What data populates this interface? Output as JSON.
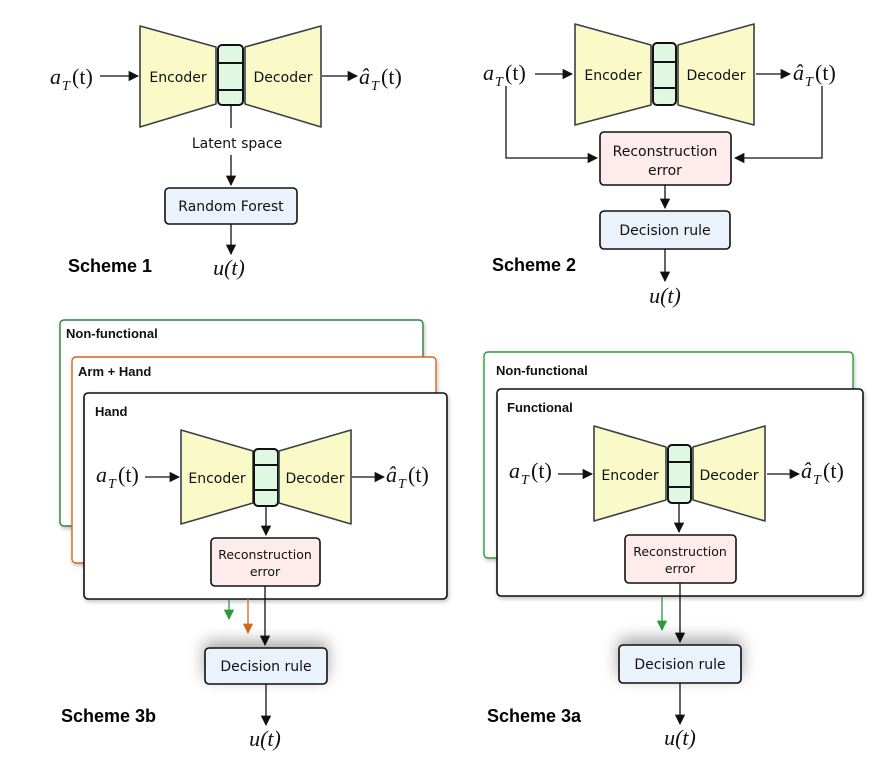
{
  "colors": {
    "encoder_fill": "#fafac8",
    "latent_fill": "#e0f8e2",
    "classifier_fill": "#eaf2fc",
    "recon_fill": "#fdeceb",
    "nonfunctional_border": "#2e8b3a",
    "armhand_border": "#d9651f",
    "hand_border": "#111111"
  },
  "common": {
    "encoder": "Encoder",
    "decoder": "Decoder",
    "input_var": "a",
    "input_sub": "T",
    "input_arg": "(t)",
    "output_var": "â",
    "output_sub": "T",
    "output_arg": "(t)",
    "result": "u(t)",
    "reconstruction_line1": "Reconstruction",
    "reconstruction_line2": "error",
    "decision_rule": "Decision rule"
  },
  "scheme1": {
    "title": "Scheme 1",
    "latent_label": "Latent space",
    "classifier": "Random Forest"
  },
  "scheme2": {
    "title": "Scheme 2"
  },
  "scheme3b": {
    "title": "Scheme 3b",
    "groups": [
      "Non-functional",
      "Arm + Hand",
      "Hand"
    ]
  },
  "scheme3a": {
    "title": "Scheme 3a",
    "groups": [
      "Non-functional",
      "Functional"
    ]
  }
}
